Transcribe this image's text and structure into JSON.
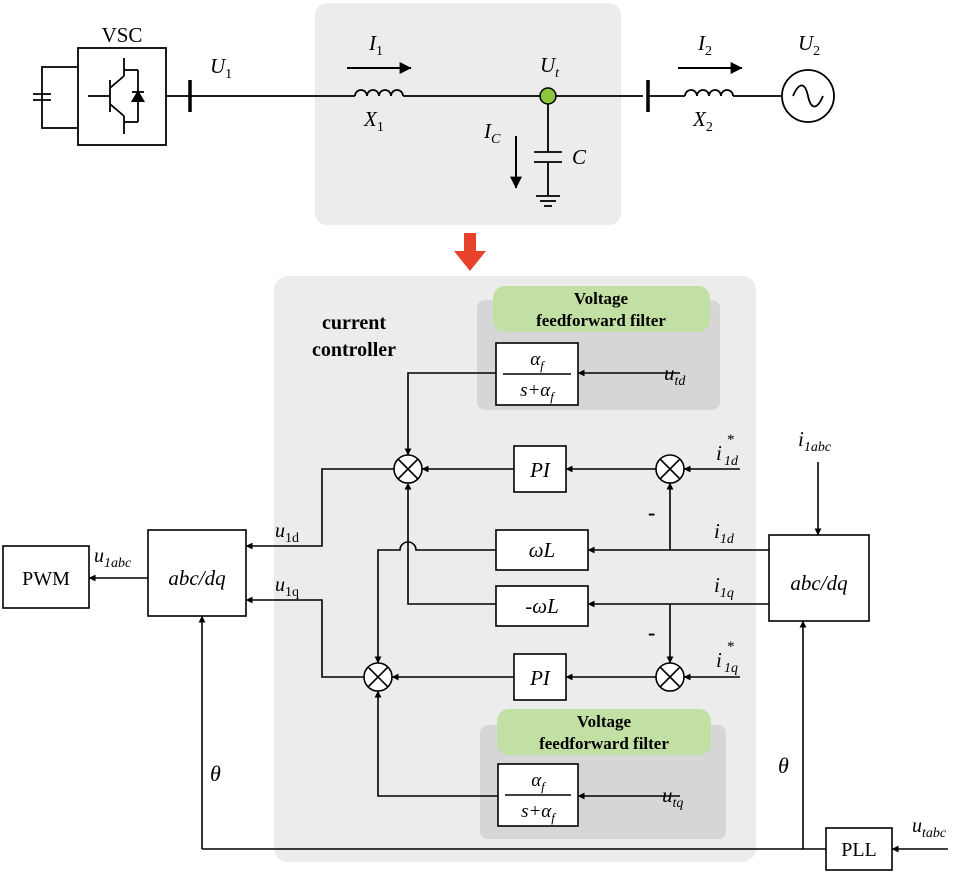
{
  "colors": {
    "panel": "#ececec",
    "filter_panel": "#d6d6d6",
    "filter_header": "#c2e0a4",
    "node_green": "#8cc63f",
    "arrow_red": "#e8412c",
    "line": "#000000"
  },
  "circuit": {
    "vsc_label": "VSC",
    "u1": {
      "base": "U",
      "sub": "1"
    },
    "i1": {
      "base": "I",
      "sub": "1"
    },
    "x1": {
      "base": "X",
      "sub": "1"
    },
    "ut": {
      "base": "U",
      "sub": "t"
    },
    "ic": {
      "base": "I",
      "sub": "C"
    },
    "c": "C",
    "i2": {
      "base": "I",
      "sub": "2"
    },
    "x2": {
      "base": "X",
      "sub": "2"
    },
    "u2": {
      "base": "U",
      "sub": "2"
    }
  },
  "controller": {
    "title_line1": "current",
    "title_line2": "controller",
    "filter_title_line1": "Voltage",
    "filter_title_line2": "feedforward filter",
    "tf_num": {
      "base": "α",
      "sub": "f"
    },
    "tf_den_prefix": "s+",
    "tf_den": {
      "base": "α",
      "sub": "f"
    },
    "pi": "PI",
    "wl": "ωL",
    "neg_wl": "-ωL",
    "minus": "-",
    "utd": {
      "base": "u",
      "sub": "td"
    },
    "utq": {
      "base": "u",
      "sub": "tq"
    },
    "i1d_ref": {
      "base": "i",
      "sup": "*",
      "sub": "1d"
    },
    "i1q_ref": {
      "base": "i",
      "sup": "*",
      "sub": "1q"
    },
    "i1d": {
      "base": "i",
      "sub": "1d"
    },
    "i1q": {
      "base": "i",
      "sub": "1q"
    },
    "u1d": {
      "base": "u",
      "sub": "1d"
    },
    "u1q": {
      "base": "u",
      "sub": "1q"
    }
  },
  "outer": {
    "pwm": "PWM",
    "u1abc": {
      "base": "u",
      "sub": "1abc"
    },
    "abcdq_left": "abc/dq",
    "abcdq_right": "abc/dq",
    "i1abc": {
      "base": "i",
      "sub": "1abc"
    },
    "theta_left": "θ",
    "theta_right": "θ",
    "pll": "PLL",
    "utabc": {
      "base": "u",
      "sub": "tabc"
    }
  }
}
